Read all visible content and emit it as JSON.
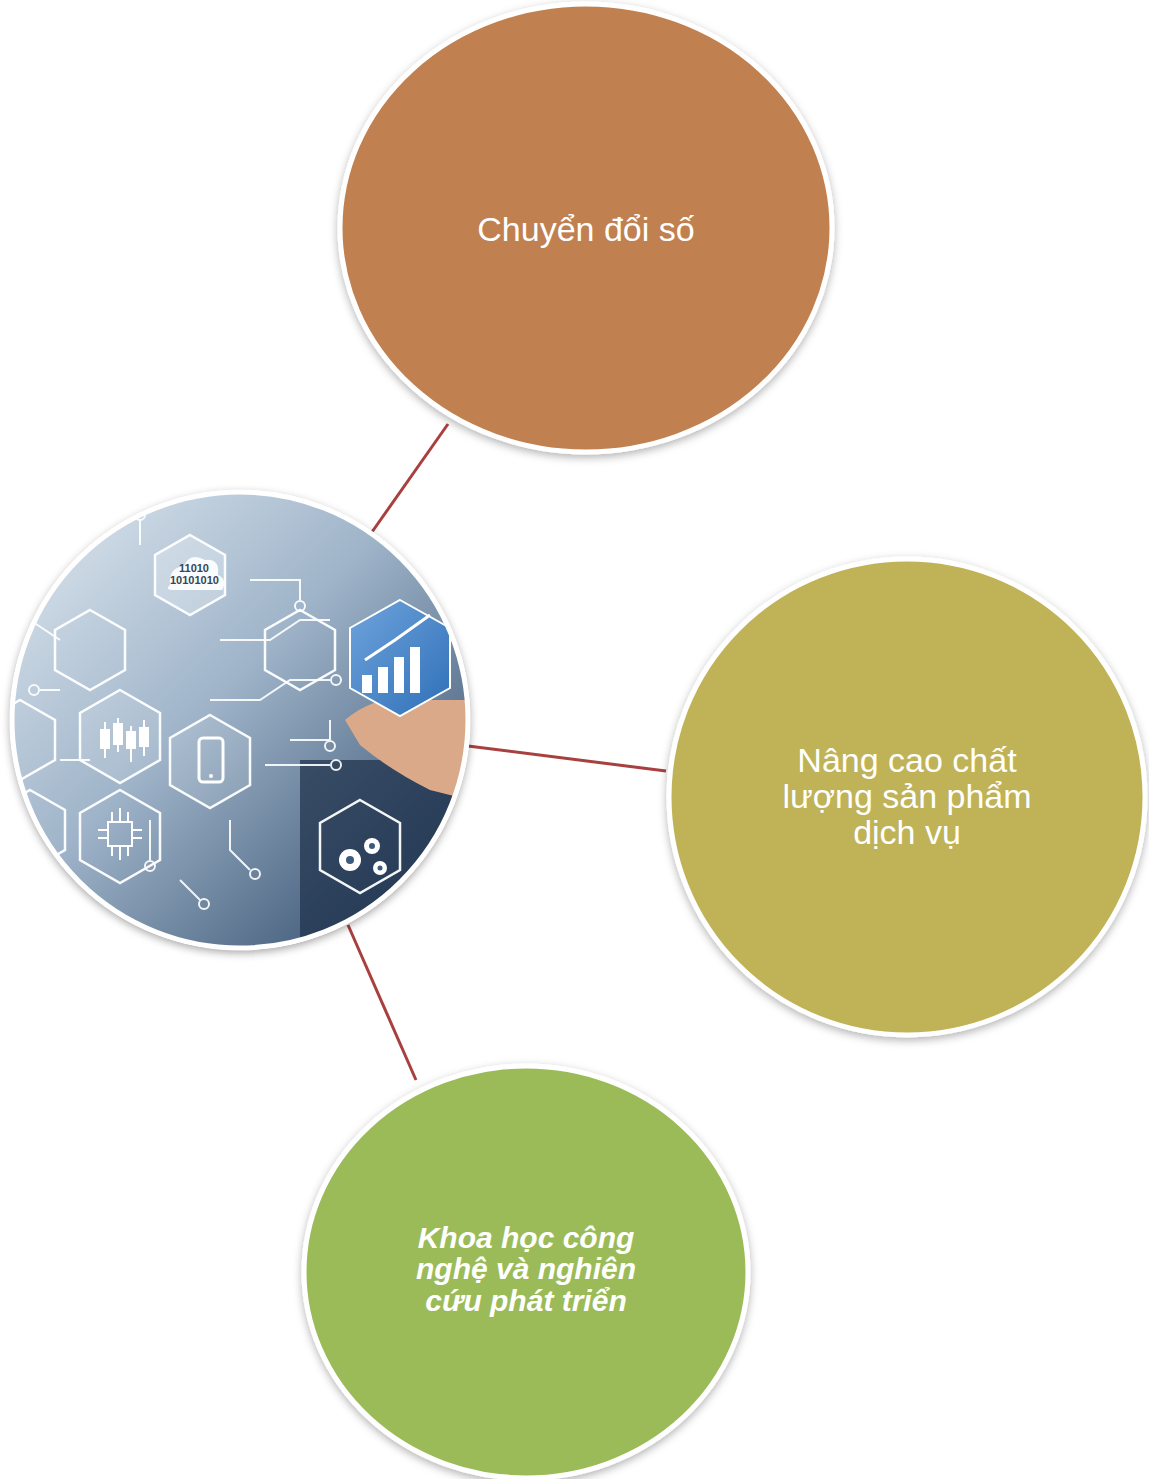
{
  "diagram": {
    "nodes": [
      {
        "text": [
          "Chuyển đổi số"
        ]
      },
      {
        "text": [
          "Nâng cao chất lượng sản phẩm dịch vụ"
        ]
      },
      {
        "text": [
          "Khoa học công nghệ và nghiên cứu phát triển"
        ]
      }
    ],
    "labels": [
      "11010",
      "10101010"
    ]
  }
}
